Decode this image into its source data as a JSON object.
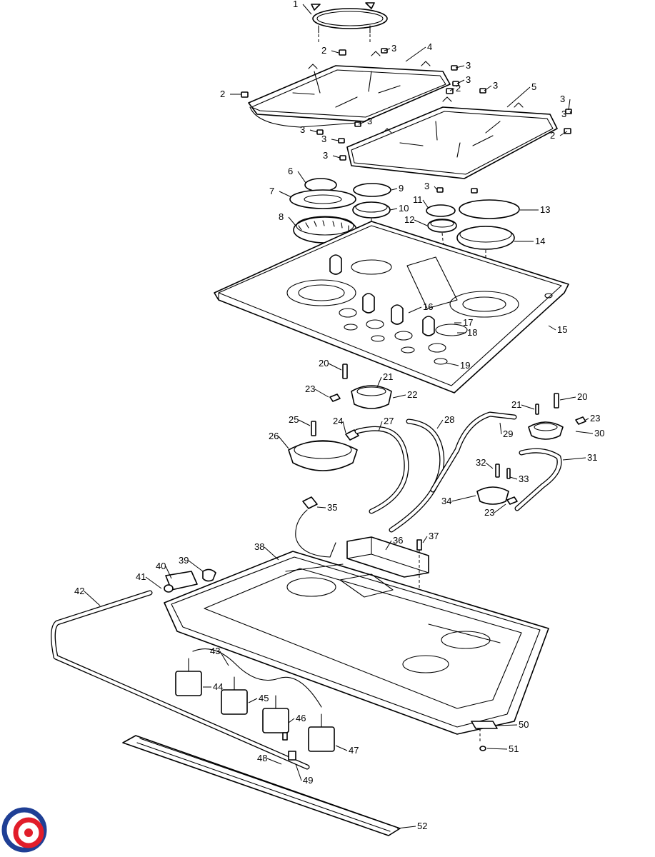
{
  "callouts": [
    {
      "id": "1",
      "label": "1"
    },
    {
      "id": "2a",
      "label": "2"
    },
    {
      "id": "3a",
      "label": "3"
    },
    {
      "id": "4",
      "label": "4"
    },
    {
      "id": "3b",
      "label": "3"
    },
    {
      "id": "3c",
      "label": "3"
    },
    {
      "id": "2b",
      "label": "2"
    },
    {
      "id": "2c",
      "label": "2"
    },
    {
      "id": "3d",
      "label": "3"
    },
    {
      "id": "5",
      "label": "5"
    },
    {
      "id": "3e",
      "label": "3"
    },
    {
      "id": "3f",
      "label": "3"
    },
    {
      "id": "2d",
      "label": "2"
    },
    {
      "id": "3g",
      "label": "3"
    },
    {
      "id": "3h",
      "label": "3"
    },
    {
      "id": "3i",
      "label": "3"
    },
    {
      "id": "3j",
      "label": "3"
    },
    {
      "id": "3k",
      "label": "3"
    },
    {
      "id": "6",
      "label": "6"
    },
    {
      "id": "7",
      "label": "7"
    },
    {
      "id": "8",
      "label": "8"
    },
    {
      "id": "9",
      "label": "9"
    },
    {
      "id": "10",
      "label": "10"
    },
    {
      "id": "11",
      "label": "11"
    },
    {
      "id": "12",
      "label": "12"
    },
    {
      "id": "13",
      "label": "13"
    },
    {
      "id": "14",
      "label": "14"
    },
    {
      "id": "15",
      "label": "15"
    },
    {
      "id": "16",
      "label": "16"
    },
    {
      "id": "17",
      "label": "17"
    },
    {
      "id": "18",
      "label": "18"
    },
    {
      "id": "19",
      "label": "19"
    },
    {
      "id": "20a",
      "label": "20"
    },
    {
      "id": "21a",
      "label": "21"
    },
    {
      "id": "22",
      "label": "22"
    },
    {
      "id": "23a",
      "label": "23"
    },
    {
      "id": "20b",
      "label": "20"
    },
    {
      "id": "21b",
      "label": "21"
    },
    {
      "id": "23b",
      "label": "23"
    },
    {
      "id": "25",
      "label": "25"
    },
    {
      "id": "24",
      "label": "24"
    },
    {
      "id": "27",
      "label": "27"
    },
    {
      "id": "28",
      "label": "28"
    },
    {
      "id": "29",
      "label": "29"
    },
    {
      "id": "30",
      "label": "30"
    },
    {
      "id": "26",
      "label": "26"
    },
    {
      "id": "31",
      "label": "31"
    },
    {
      "id": "32",
      "label": "32"
    },
    {
      "id": "33",
      "label": "33"
    },
    {
      "id": "34",
      "label": "34"
    },
    {
      "id": "23c",
      "label": "23"
    },
    {
      "id": "35",
      "label": "35"
    },
    {
      "id": "36",
      "label": "36"
    },
    {
      "id": "37",
      "label": "37"
    },
    {
      "id": "38",
      "label": "38"
    },
    {
      "id": "39",
      "label": "39"
    },
    {
      "id": "40",
      "label": "40"
    },
    {
      "id": "41",
      "label": "41"
    },
    {
      "id": "42",
      "label": "42"
    },
    {
      "id": "43",
      "label": "43"
    },
    {
      "id": "44",
      "label": "44"
    },
    {
      "id": "45",
      "label": "45"
    },
    {
      "id": "46",
      "label": "46"
    },
    {
      "id": "47",
      "label": "47"
    },
    {
      "id": "48",
      "label": "48"
    },
    {
      "id": "49",
      "label": "49"
    },
    {
      "id": "50",
      "label": "50"
    },
    {
      "id": "51",
      "label": "51"
    },
    {
      "id": "52",
      "label": "52"
    }
  ],
  "logo": {
    "name": "swirl-logo",
    "colors": [
      "#1f3f95",
      "#e11d2a"
    ]
  },
  "line_color": "#000000"
}
